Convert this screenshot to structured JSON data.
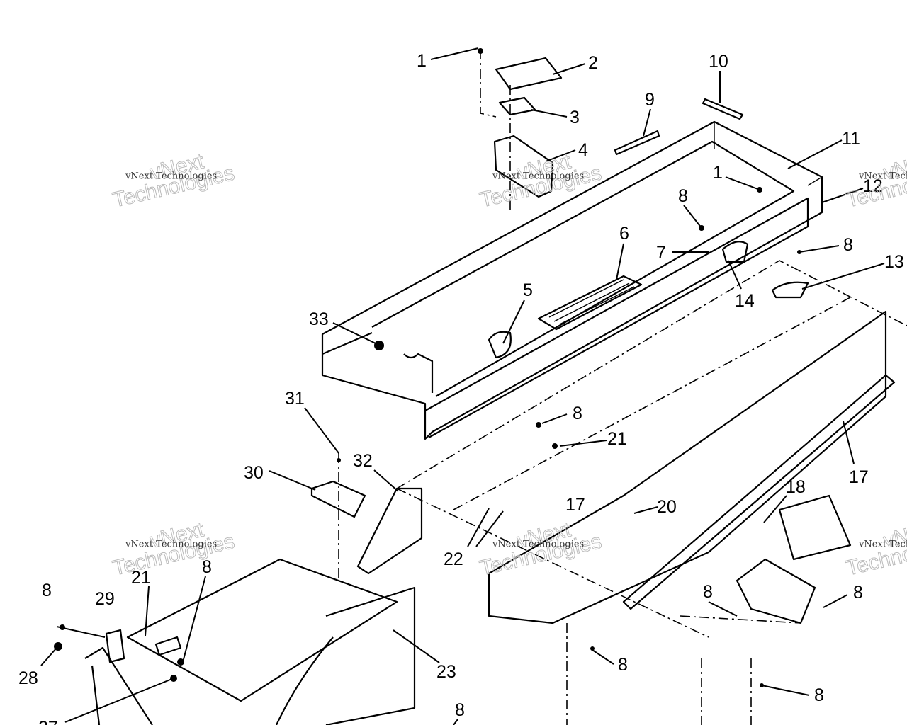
{
  "diagram": {
    "callouts": [
      "1",
      "2",
      "3",
      "4",
      "10",
      "9",
      "11",
      "12",
      "1",
      "8",
      "8",
      "13",
      "7",
      "6",
      "14",
      "5",
      "33",
      "31",
      "8",
      "21",
      "30",
      "32",
      "17",
      "18",
      "20",
      "17",
      "22",
      "8",
      "21",
      "29",
      "8",
      "28",
      "23",
      "8",
      "8",
      "8",
      "8",
      "8",
      "27"
    ]
  },
  "watermark": {
    "line": "vNext Technologies",
    "big_top": "vNext",
    "big_bottom": "Technologies"
  }
}
